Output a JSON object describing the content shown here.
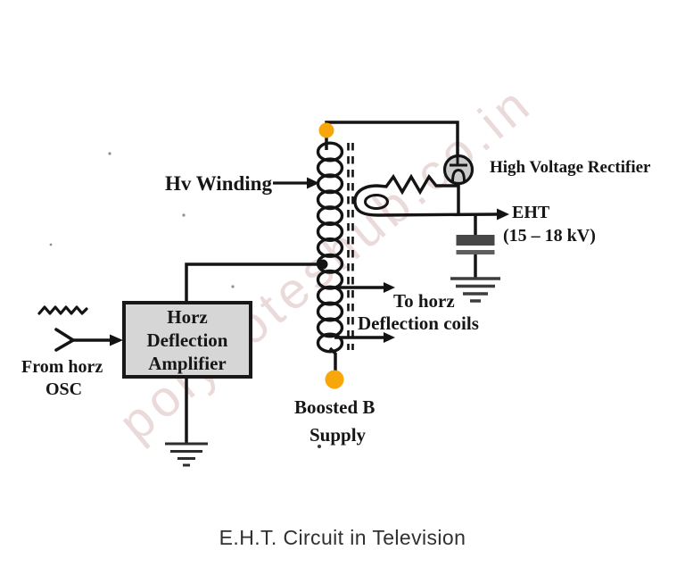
{
  "colors": {
    "ink": "#161616",
    "terminal_orange": "#F7A70A",
    "amplifier_fill": "#D6D6D6",
    "tube_fill": "#CBCBCB",
    "capacitor_plate_dark": "#474747",
    "capacitor_plate_light": "#5E5E5E",
    "watermark_pink": "#CDA8A8",
    "caption_gray": "#303030"
  },
  "labels": {
    "hv_winding": "Hv Winding",
    "rectifier": "High Voltage Rectifier",
    "eht": "EHT",
    "eht_range": "(15 – 18 kV)",
    "to_horz_line1": "To horz",
    "to_horz_line2": "Deflection coils",
    "boosted_line1": "Boosted B",
    "boosted_line2": "Supply",
    "amp_line1": "Horz",
    "amp_line2": "Deflection",
    "amp_line3": "Amplifier",
    "osc_line1": "From horz",
    "osc_line2": "OSC"
  },
  "caption": {
    "text": "E.H.T. Circuit in Television"
  },
  "watermark": {
    "text": "polynoteshub.co.in"
  }
}
